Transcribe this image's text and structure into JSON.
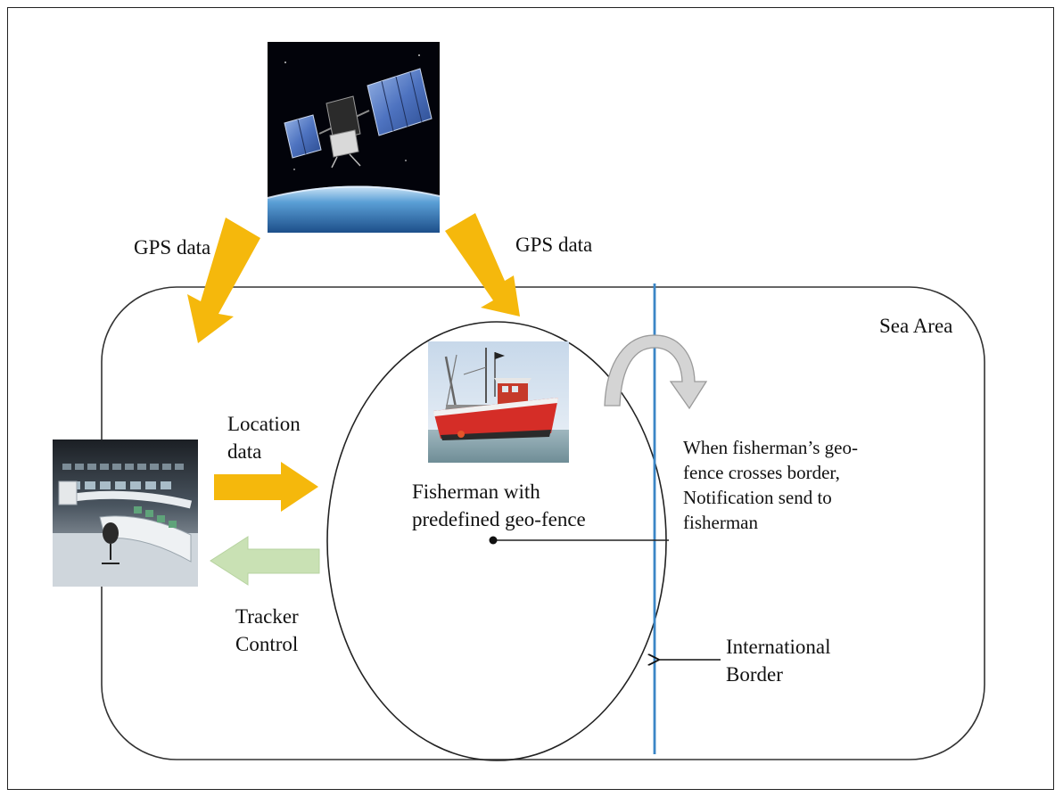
{
  "labels": {
    "gps_data_left": "GPS data",
    "gps_data_right": "GPS data",
    "sea_area": "Sea Area",
    "location_data_line1": "Location",
    "location_data_line2": "data",
    "tracker_control_line1": "Tracker",
    "tracker_control_line2": "Control",
    "fisherman_line1": "Fisherman with",
    "fisherman_line2": "predefined geo-fence",
    "notification_line1": "When fisherman’s geo-",
    "notification_line2": "fence crosses border,",
    "notification_line3": "Notification send to",
    "notification_line4": "fisherman",
    "border_line1": "International",
    "border_line2": "Border"
  },
  "colors": {
    "gps_arrow": "#F5B80C",
    "location_arrow": "#F5B80C",
    "tracker_arrow": "#C9E1B4",
    "border_line": "#3B86C6",
    "curved_arrow": "#D4D4D4"
  },
  "images": {
    "satellite": "satellite-in-orbit",
    "boat": "red-fishing-boat",
    "control_room": "monitoring-control-room"
  }
}
